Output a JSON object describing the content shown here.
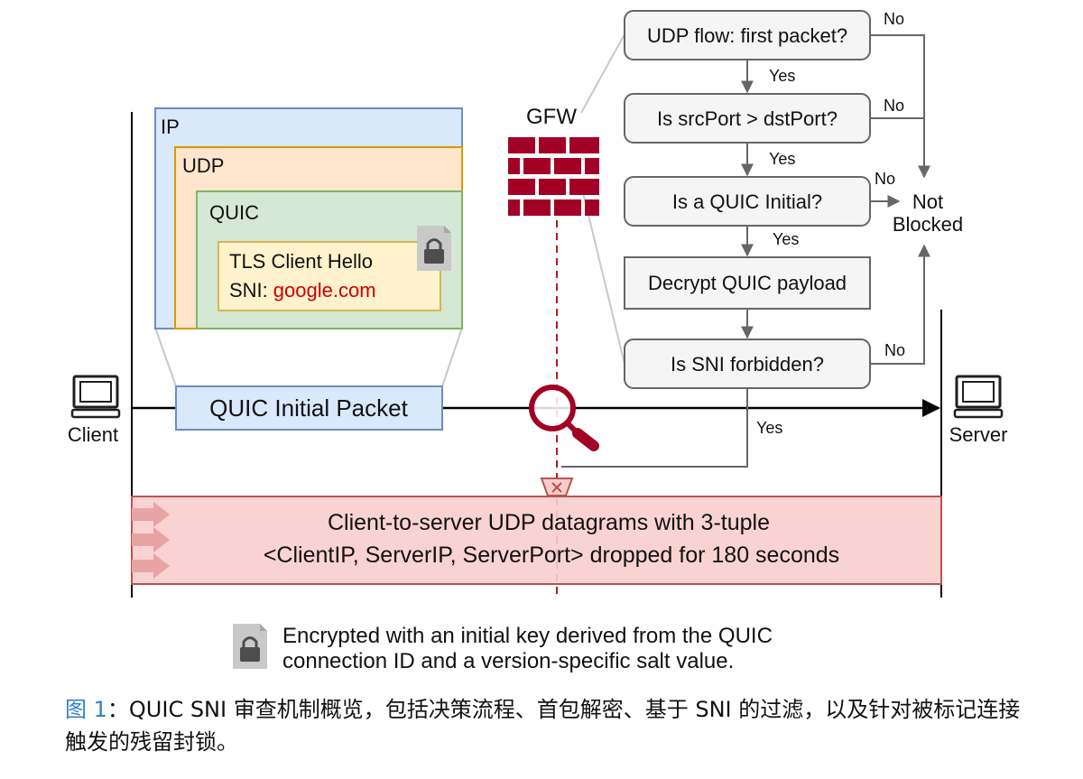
{
  "packet": {
    "ip_label": "IP",
    "udp_label": "UDP",
    "quic_label": "QUIC",
    "tls_line1": "TLS Client Hello",
    "sni_prefix": "SNI:",
    "sni_value": "google.com",
    "initial_packet_label": "QUIC Initial Packet"
  },
  "endpoints": {
    "client": "Client",
    "server": "Server"
  },
  "gfw": {
    "label": "GFW"
  },
  "flow": {
    "step1": "UDP flow: first packet?",
    "step2": "Is srcPort > dstPort?",
    "step3": "Is a QUIC Initial?",
    "step4": "Decrypt QUIC payload",
    "step5": "Is SNI forbidden?",
    "yes": "Yes",
    "no": "No",
    "not_blocked_line1": "Not",
    "not_blocked_line2": "Blocked"
  },
  "drop_box": {
    "line1": "Client-to-server UDP datagrams with 3-tuple",
    "line2": "<ClientIP, ServerIP, ServerPort> dropped for 180 seconds"
  },
  "legend": {
    "line1": "Encrypted with an initial key derived from the QUIC",
    "line2": "connection ID and a version-specific salt value."
  },
  "caption": {
    "label": "图 1",
    "text": "：QUIC SNI 审查机制概览，包括决策流程、首包解密、基于 SNI 的过滤，以及针对被标记连接触发的残留封锁。"
  },
  "colors": {
    "ip_fill": "#dae8fc",
    "ip_stroke": "#6c8ebf",
    "udp_fill": "#ffe6cc",
    "udp_stroke": "#d79b00",
    "quic_fill": "#d5e8d4",
    "quic_stroke": "#82b366",
    "tls_fill": "#fff2cc",
    "tls_stroke": "#d6b656",
    "sni_red": "#cc0000",
    "gfw_red": "#a20025",
    "drop_fill": "#f8cecc",
    "drop_stroke": "#b85450",
    "flow_fill": "#f5f5f5",
    "flow_stroke": "#666666",
    "caption_blue": "#2f7fd1"
  }
}
